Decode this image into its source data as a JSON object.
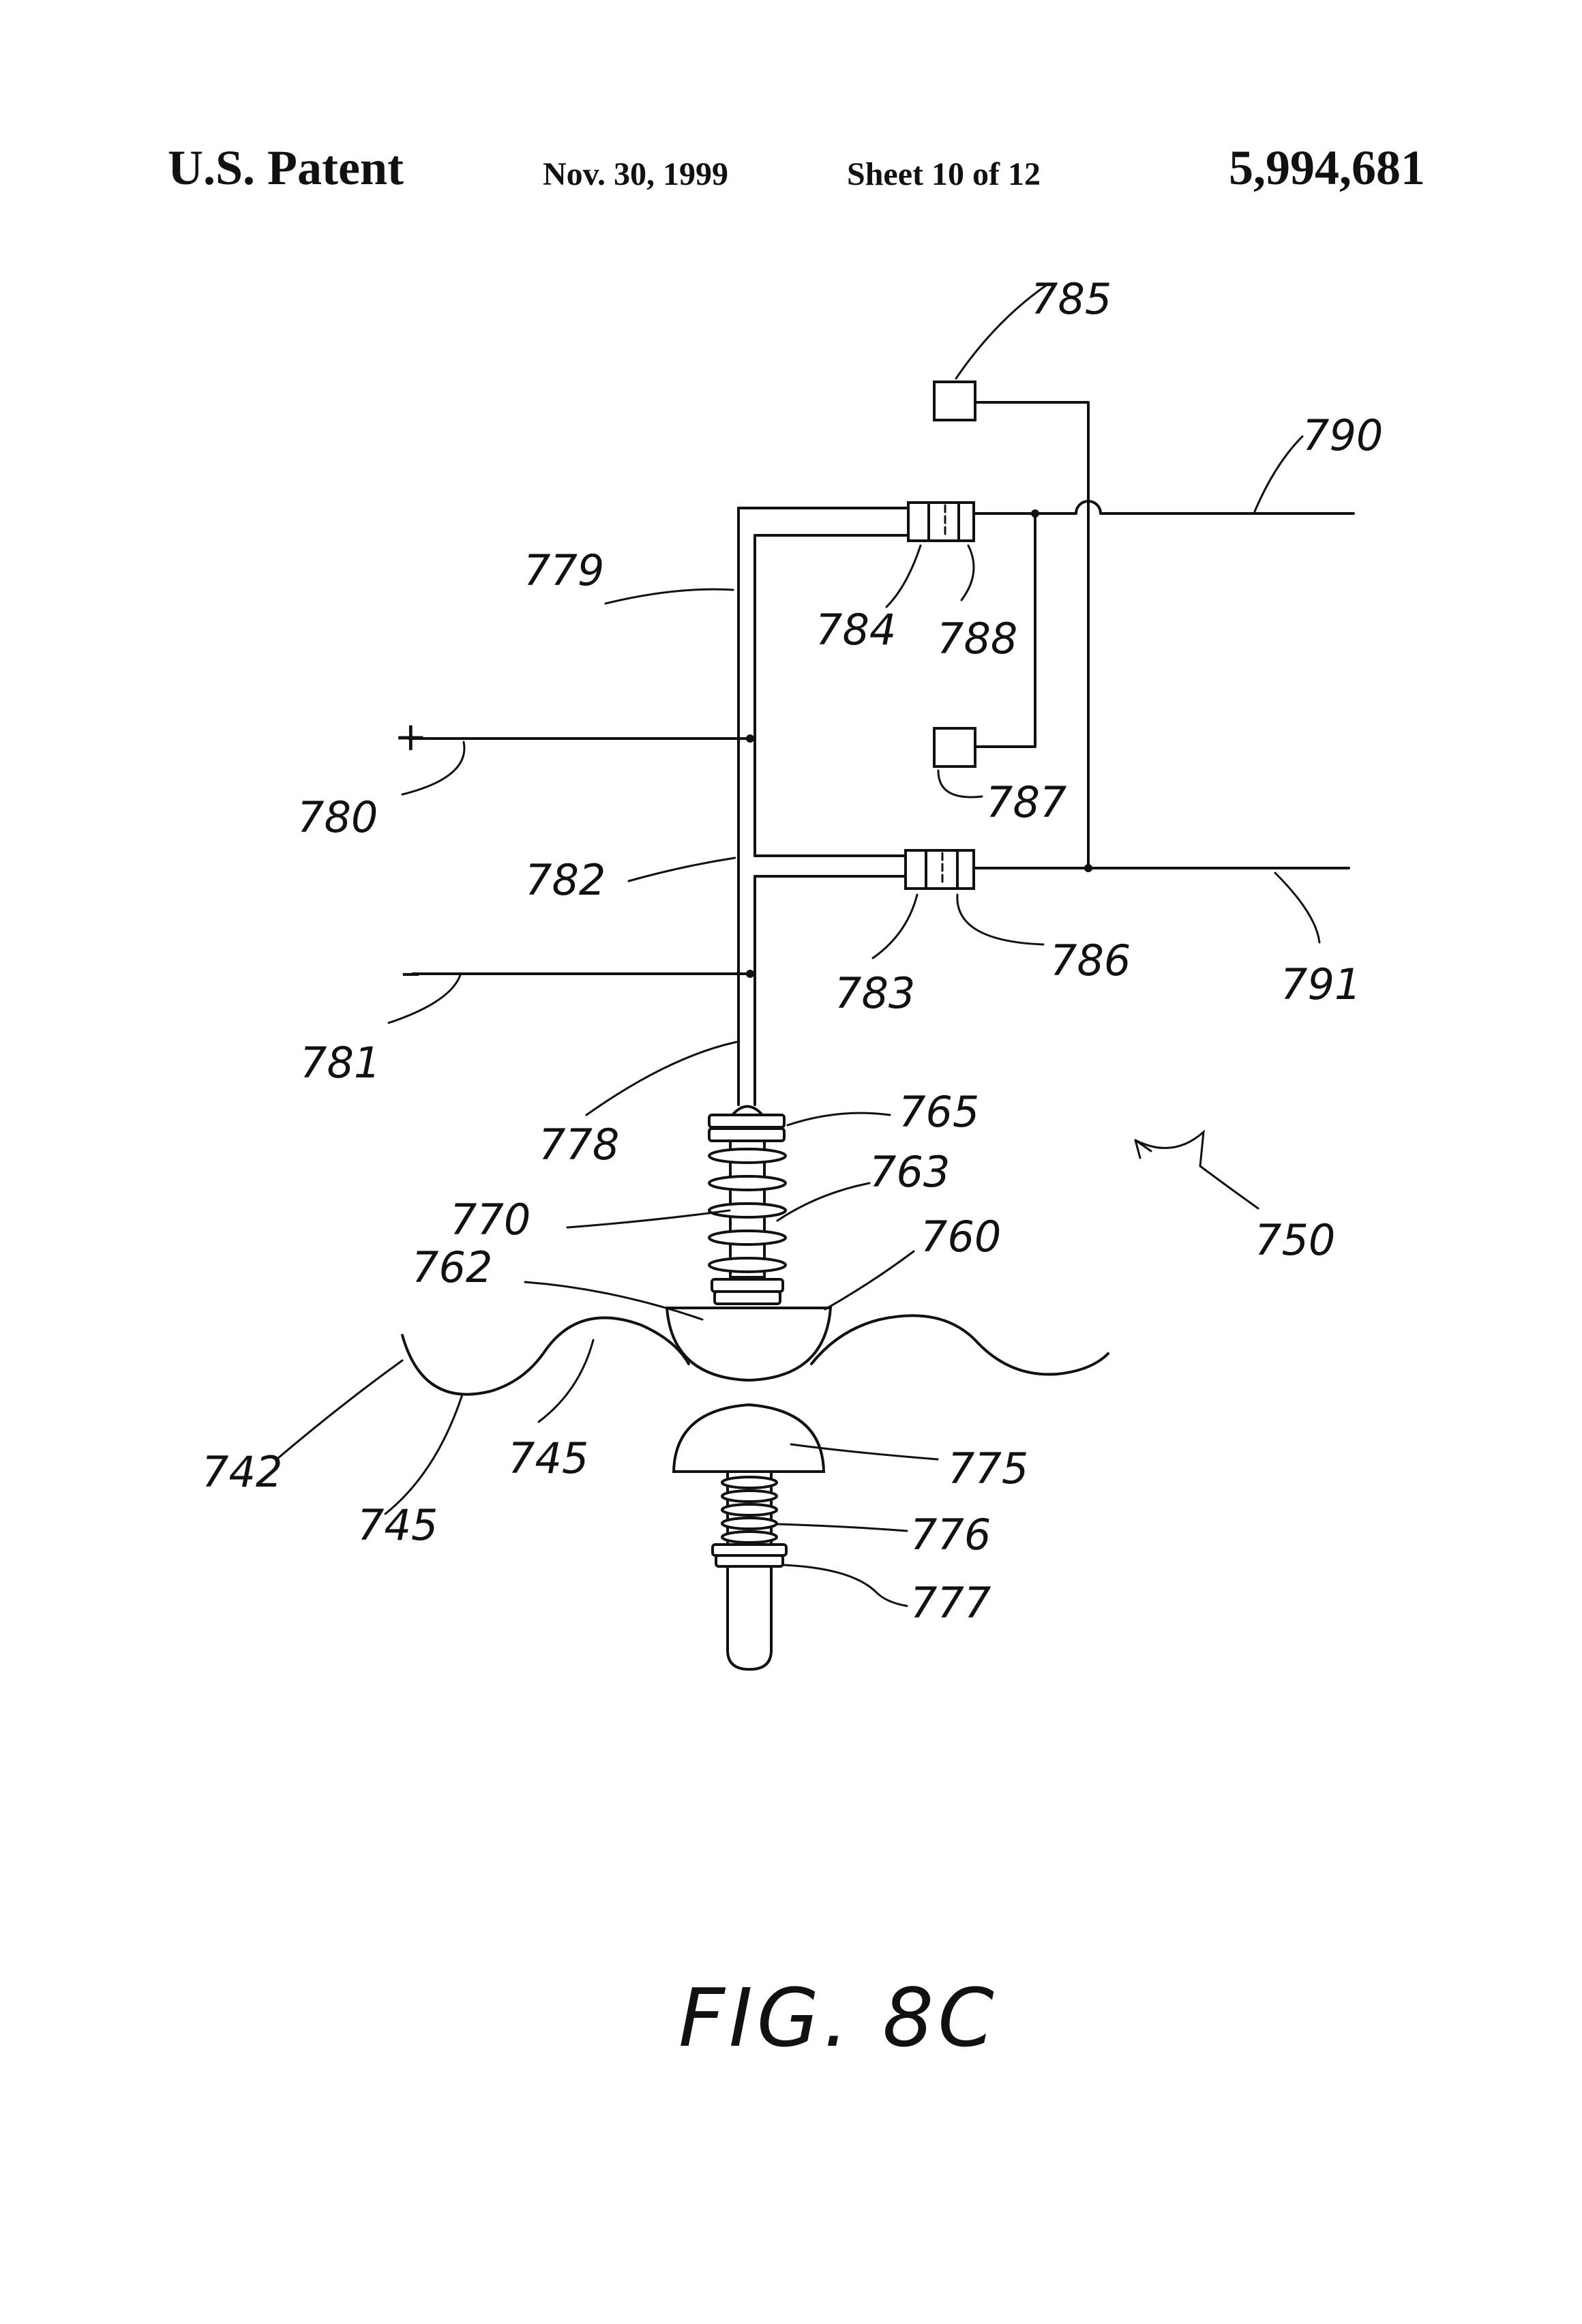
{
  "header": {
    "left": "U.S. Patent",
    "date": "Nov. 30, 1999",
    "sheet": "Sheet 10 of 12",
    "number": "5,994,681"
  },
  "figure": {
    "caption": "FIG. 8C",
    "terminal_plus": "+",
    "terminal_minus": "–",
    "labels": {
      "l785": "785",
      "l790": "790",
      "l779": "779",
      "l784": "784",
      "l788": "788",
      "l787": "787",
      "l780": "780",
      "l782": "782",
      "l783": "783",
      "l786": "786",
      "l791": "791",
      "l781": "781",
      "l778": "778",
      "l765": "765",
      "l763": "763",
      "l770": "770",
      "l760": "760",
      "l762": "762",
      "l750": "750",
      "l742": "742",
      "l745a": "745",
      "l745b": "745",
      "l775": "775",
      "l776": "776",
      "l777": "777"
    }
  }
}
